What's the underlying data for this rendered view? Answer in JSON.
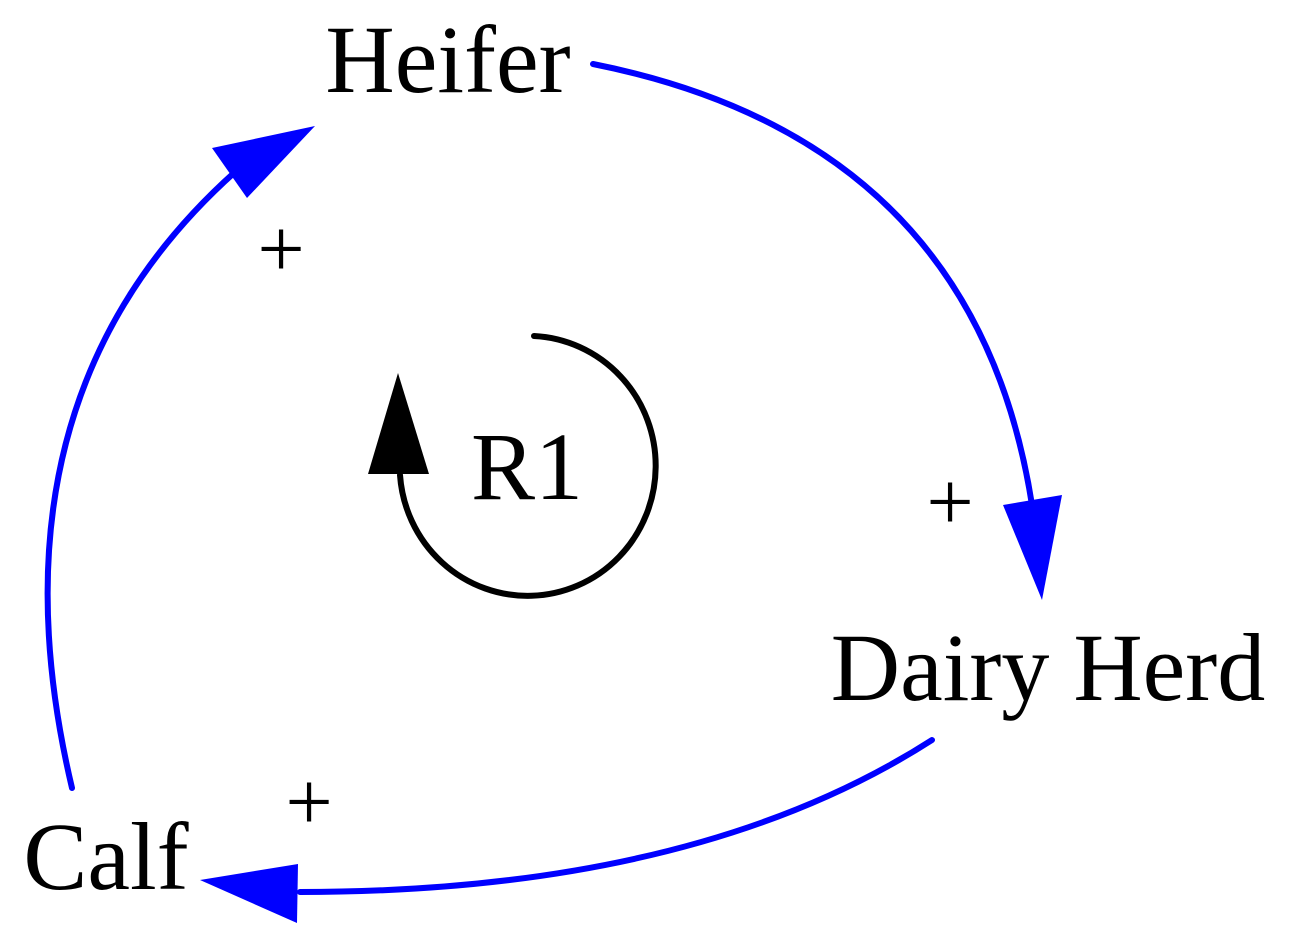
{
  "diagram": {
    "nodes": {
      "heifer": "Heifer",
      "dairy_herd": "Dairy Herd",
      "calf": "Calf"
    },
    "loop": {
      "label": "R1"
    },
    "links": [
      {
        "from": "Heifer",
        "to": "Dairy Herd",
        "polarity": "+"
      },
      {
        "from": "Dairy Herd",
        "to": "Calf",
        "polarity": "+"
      },
      {
        "from": "Calf",
        "to": "Heifer",
        "polarity": "+"
      }
    ],
    "colors": {
      "link": "#0000FF",
      "loop_indicator": "#000000",
      "text": "#000000"
    }
  }
}
